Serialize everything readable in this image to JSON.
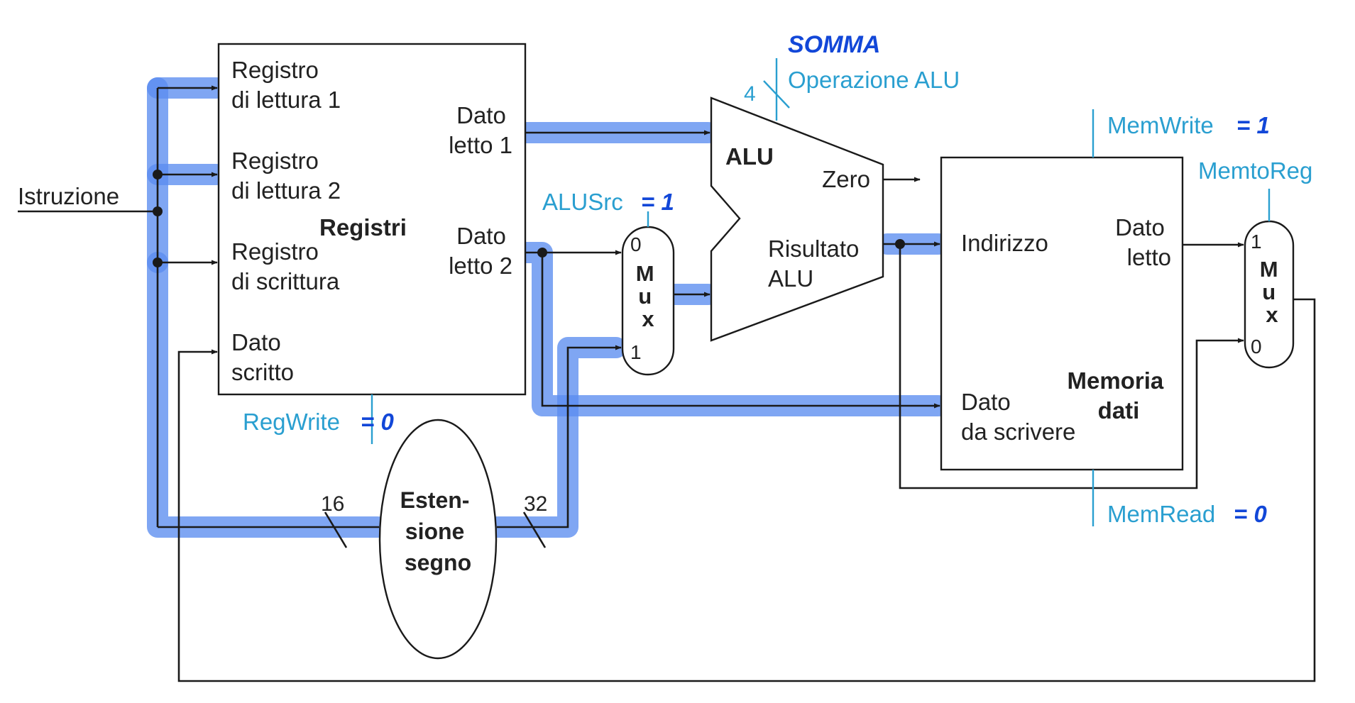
{
  "colors": {
    "highlight": "#5b8def",
    "control": "#2a9fd0",
    "annotation": "#1247d8",
    "wire": "#1a1a1a"
  },
  "input": {
    "label": "Istruzione"
  },
  "registers": {
    "title": "Registri",
    "read_reg_1": [
      "Registro",
      "di lettura 1"
    ],
    "read_reg_2": [
      "Registro",
      "di lettura 2"
    ],
    "write_reg": [
      "Registro",
      "di scrittura"
    ],
    "write_data": [
      "Dato",
      "scritto"
    ],
    "read_data_1": [
      "Dato",
      "letto 1"
    ],
    "read_data_2": [
      "Dato",
      "letto 2"
    ]
  },
  "alu": {
    "title": "ALU",
    "zero": "Zero",
    "result": [
      "Risultato",
      "ALU"
    ],
    "op_label": "Operazione ALU",
    "op_bits": "4",
    "op_annotation": "SOMMA"
  },
  "mux_alu": {
    "letters": [
      "M",
      "u",
      "x"
    ],
    "in0": "0",
    "in1": "1"
  },
  "mux_mem": {
    "letters": [
      "M",
      "u",
      "x"
    ],
    "in0": "0",
    "in1": "1"
  },
  "sign_extend": {
    "title": [
      "Esten-",
      "sione",
      "segno"
    ],
    "in_bits": "16",
    "out_bits": "32"
  },
  "memory": {
    "title": [
      "Memoria",
      "dati"
    ],
    "address": "Indirizzo",
    "read_data": [
      "Dato",
      "letto"
    ],
    "write_data": [
      "Dato",
      "da scrivere"
    ]
  },
  "controls": {
    "regwrite": {
      "label": "RegWrite",
      "value": "= 0"
    },
    "alusrc": {
      "label": "ALUSrc",
      "value": "= 1"
    },
    "memwrite": {
      "label": "MemWrite",
      "value": "= 1"
    },
    "memread": {
      "label": "MemRead",
      "value": "= 0"
    },
    "memtoreg": {
      "label": "MemtoReg"
    }
  }
}
